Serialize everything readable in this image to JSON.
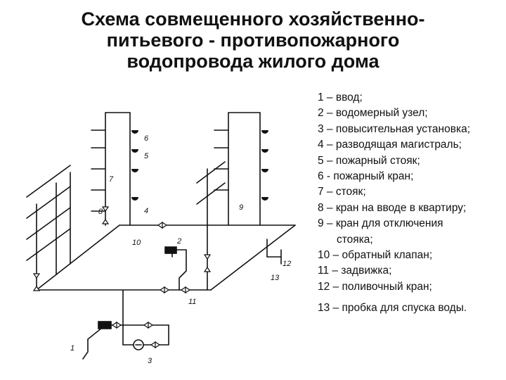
{
  "title": {
    "line1": "Схема совмещенного хозяйственно-",
    "line2": "питьевого - противопожарного",
    "line3": "водопровода жилого дома"
  },
  "legend": [
    "1 – ввод;",
    "2 – водомерный  узел;",
    "3 – повысительная  установка;",
    "4 – разводящая магистраль;",
    "5 – пожарный стояк;",
    "6 - пожарный кран;",
    "7 – стояк;",
    "8 – кран на вводе в квартиру;",
    "9 – кран для отключения",
    "стояка;",
    "10 – обратный клапан;",
    "11 – задвижка;",
    "12 – поливочный кран;",
    "13 – пробка для спуска воды."
  ],
  "callouts": [
    "1",
    "2",
    "3",
    "4",
    "5",
    "6",
    "7",
    "8",
    "9",
    "10",
    "11",
    "12",
    "13"
  ]
}
